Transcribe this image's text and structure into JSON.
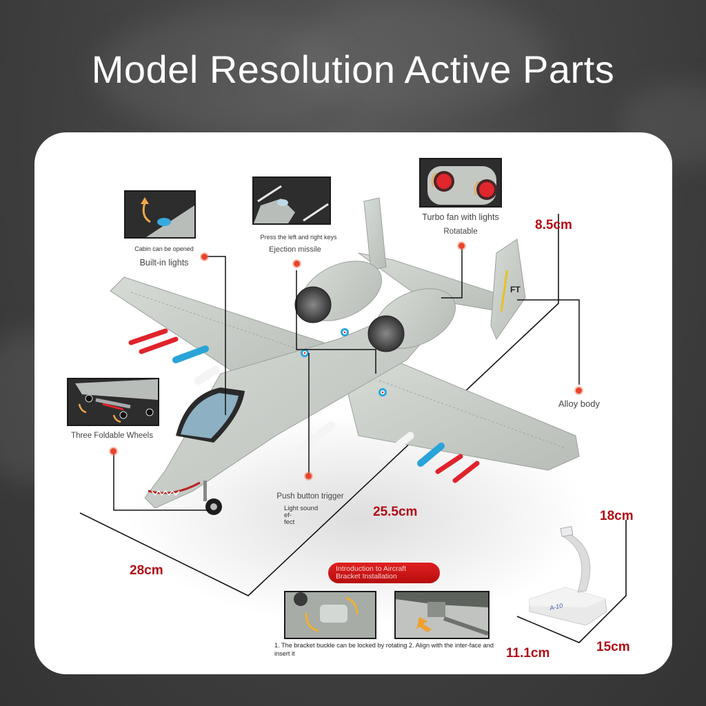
{
  "header": {
    "title": "Model Resolution Active Parts"
  },
  "features": [
    {
      "id": "cabin",
      "subtitle": "Cabin can be opened",
      "label": "Built-in lights",
      "thumb_icon": "cockpit-arrow-icon"
    },
    {
      "id": "missile",
      "subtitle": "Press the left and right keys",
      "label": "Ejection missile",
      "thumb_icon": "missile-launch-icon"
    },
    {
      "id": "turbofan",
      "label": "Turbo fan with lights",
      "subtitle": "Rotatable",
      "thumb_icon": "red-turbofan-icon"
    },
    {
      "id": "wheels",
      "label": "Three Foldable Wheels",
      "thumb_icon": "landing-gear-icon"
    },
    {
      "id": "trigger",
      "label": "Push button trigger",
      "subtitle": "Light sound ef-\nfect"
    },
    {
      "id": "body",
      "label": "Alloy body"
    }
  ],
  "dimensions": {
    "height": "8.5cm",
    "wingspan": "25.5cm",
    "length": "28cm",
    "stand_height": "18cm",
    "stand_depth": "15cm",
    "stand_width": "11.1cm"
  },
  "bracket": {
    "title_line1": "Introduction to Aircraft",
    "title_line2": "Bracket Installation",
    "instructions": "1. The bracket buckle can be locked by rotating 2. Align with the inter-face and insert it",
    "stand_label": "A-10"
  },
  "aircraft": {
    "tail_code": "FT",
    "colors": {
      "body": "#c9cec9",
      "missile_red": "#e0232b",
      "missile_blue": "#2aa4d8",
      "accent_dim": "#b10d14",
      "callout_dot": "#e8452c"
    }
  }
}
